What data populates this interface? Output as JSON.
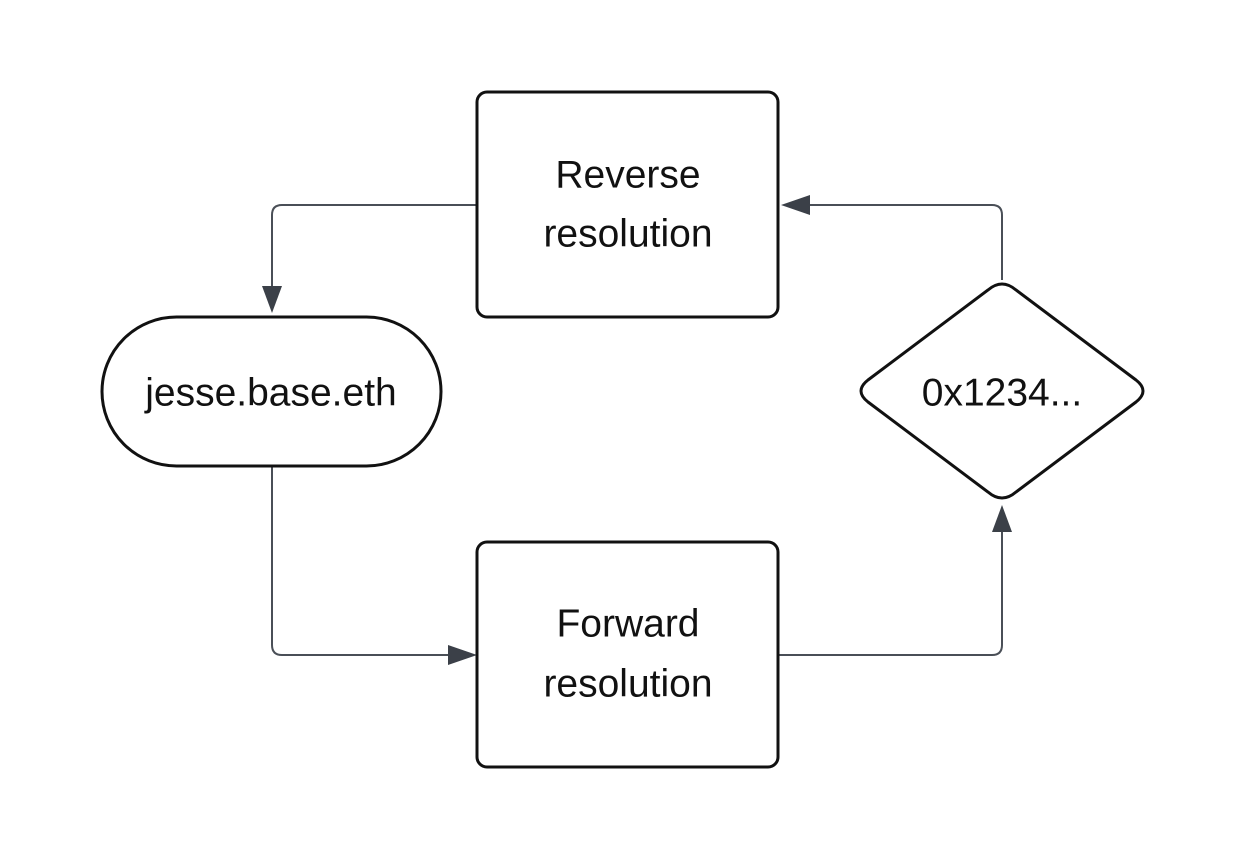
{
  "diagram": {
    "nodes": {
      "reverse": {
        "line1": "Reverse",
        "line2": "resolution"
      },
      "name": {
        "label": "jesse.base.eth"
      },
      "address": {
        "label": "0x1234..."
      },
      "forward": {
        "line1": "Forward",
        "line2": "resolution"
      }
    },
    "edges": [
      {
        "from": "jesse.base.eth",
        "to": "Forward resolution"
      },
      {
        "from": "Forward resolution",
        "to": "0x1234..."
      },
      {
        "from": "0x1234...",
        "to": "Reverse resolution"
      },
      {
        "from": "Reverse resolution",
        "to": "jesse.base.eth"
      }
    ],
    "colors": {
      "node_stroke": "#111111",
      "connector": "#4a4f57",
      "arrowhead": "#3b4048",
      "background": "#ffffff"
    }
  }
}
